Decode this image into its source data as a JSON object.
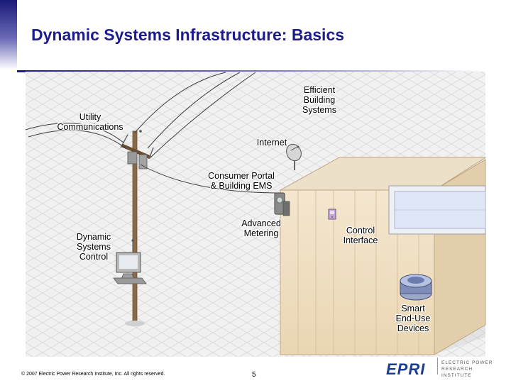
{
  "slide": {
    "title": "Dynamic Systems Infrastructure: Basics",
    "page_number": "5",
    "copyright": "© 2007 Electric Power Research Institute, Inc. All rights reserved."
  },
  "diagram": {
    "labels": {
      "efficient_building": "Efficient\nBuilding\nSystems",
      "utility_comms": "Utility\nCommunications",
      "internet": "Internet",
      "consumer_portal": "Consumer Portal\n& Building EMS",
      "advanced_metering": "Advanced\nMetering",
      "control_interface": "Control\nInterface",
      "dynamic_systems_control": "Dynamic\nSystems\nControl",
      "smart_devices": "Smart\nEnd-Use\nDevices"
    },
    "icons": [
      "utility-pole-icon",
      "satellite-dish-icon",
      "computer-icon",
      "smart-meter-icon",
      "control-panel-icon",
      "smart-appliance-icon",
      "building-icon"
    ]
  },
  "logo": {
    "mark": "EPRI",
    "text": "ELECTRIC POWER\nRESEARCH INSTITUTE"
  },
  "colors": {
    "title": "#1c1c8c",
    "building_wall": "#f2e3c8",
    "building_side": "#e3d0b0",
    "window": "#dfe6f6",
    "grid_background": "#f1f1f1"
  }
}
